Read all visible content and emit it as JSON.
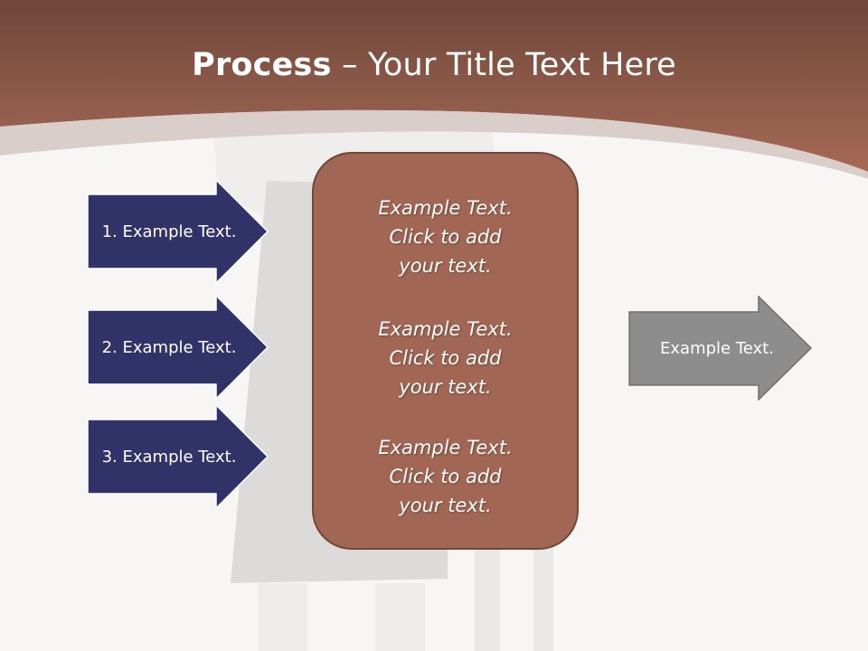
{
  "title": {
    "bold": "Process",
    "rest": " – Your Title Text Here"
  },
  "left_arrows": [
    {
      "label": "1. Example Text."
    },
    {
      "label": "2. Example Text."
    },
    {
      "label": "3. Example Text."
    }
  ],
  "center_box": {
    "paragraphs": [
      {
        "text": "Example Text.\nClick  to add\nyour text."
      },
      {
        "text": "Example Text.\nClick  to add\nyour text."
      },
      {
        "text": "Example Text.\nClick  to add\nyour text."
      }
    ]
  },
  "right_arrow": {
    "label": "Example Text."
  },
  "colors": {
    "header": "#a26754",
    "arrow_navy": "#313368",
    "arrow_gray": "#8d8d8d",
    "box": "#a26754"
  }
}
